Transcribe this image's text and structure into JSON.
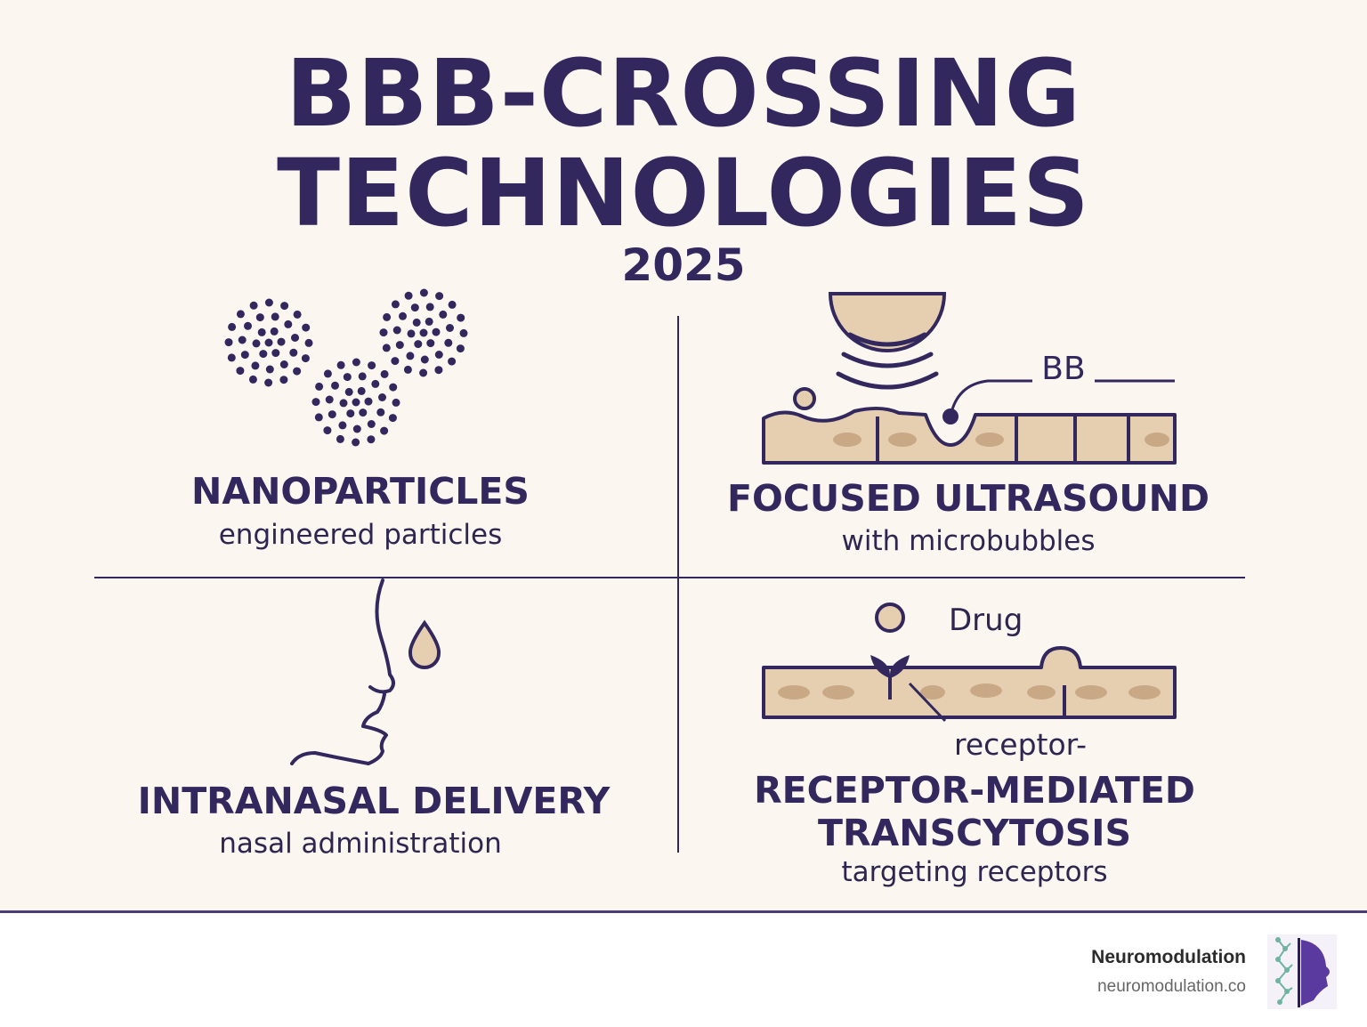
{
  "title": {
    "line1": "BBB-CROSSING",
    "line2": "TECHNOLOGIES",
    "year": "2025"
  },
  "quadrants": {
    "nanoparticles": {
      "label": "NANOPARTICLES",
      "sub": "engineered particles"
    },
    "ultrasound": {
      "label": "FOCUSED ULTRASOUND",
      "sub": "with microbubbles",
      "annotation": "BB"
    },
    "intranasal": {
      "label": "INTRANASAL DELIVERY",
      "sub": "nasal administration"
    },
    "receptor": {
      "label_line1": "RECEPTOR-MEDIATED",
      "label_line2": "TRANSCYTOSIS",
      "sub": "targeting receptors",
      "drug_label": "Drug",
      "receptor_label": "receptor-"
    }
  },
  "footer": {
    "brand_name": "Neuromodulation",
    "brand_url": "neuromodulation.co"
  },
  "colors": {
    "ink": "#33285e",
    "tissue": "#e6cfb0",
    "background": "#fbf6ef"
  }
}
